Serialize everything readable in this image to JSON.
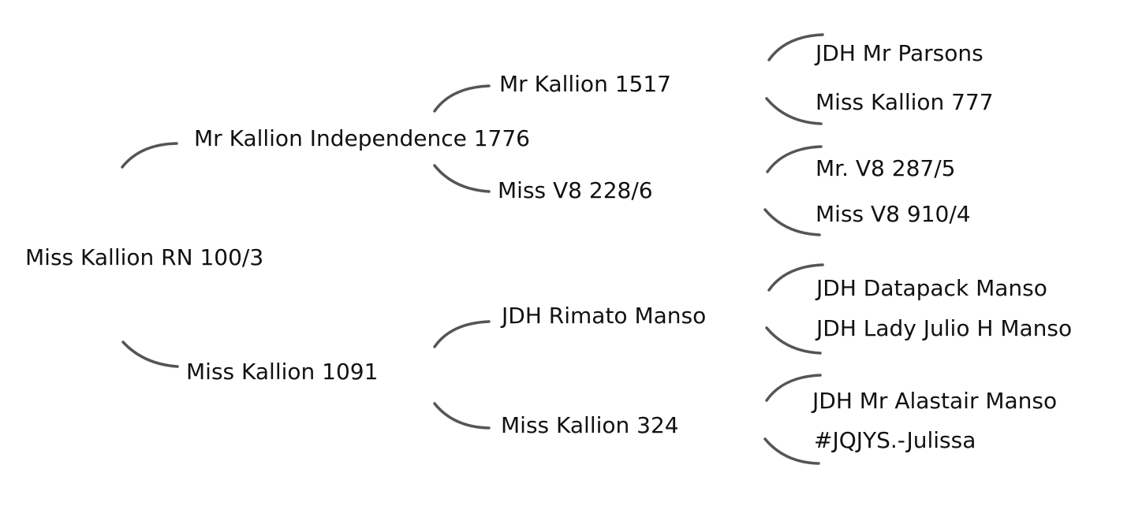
{
  "pedigree": {
    "root": "Miss Kallion RN 100/3",
    "sire": "Mr Kallion Independence 1776",
    "dam": "Miss Kallion 1091",
    "sire_sire": "Mr Kallion 1517",
    "sire_dam": "Miss V8 228/6",
    "dam_sire": "JDH Rimato Manso",
    "dam_dam": "Miss Kallion 324",
    "sire_sire_sire": "JDH Mr Parsons",
    "sire_sire_dam": "Miss Kallion 777",
    "sire_dam_sire": "Mr. V8 287/5",
    "sire_dam_dam": "Miss V8 910/4",
    "dam_sire_sire": "JDH Datapack Manso",
    "dam_sire_dam": "JDH Lady Julio H Manso",
    "dam_dam_sire": "JDH Mr Alastair Manso",
    "dam_dam_dam": "#JQJYS.-Julissa"
  },
  "colors": {
    "connector": "#555555",
    "text": "#111111",
    "background": "#ffffff"
  }
}
